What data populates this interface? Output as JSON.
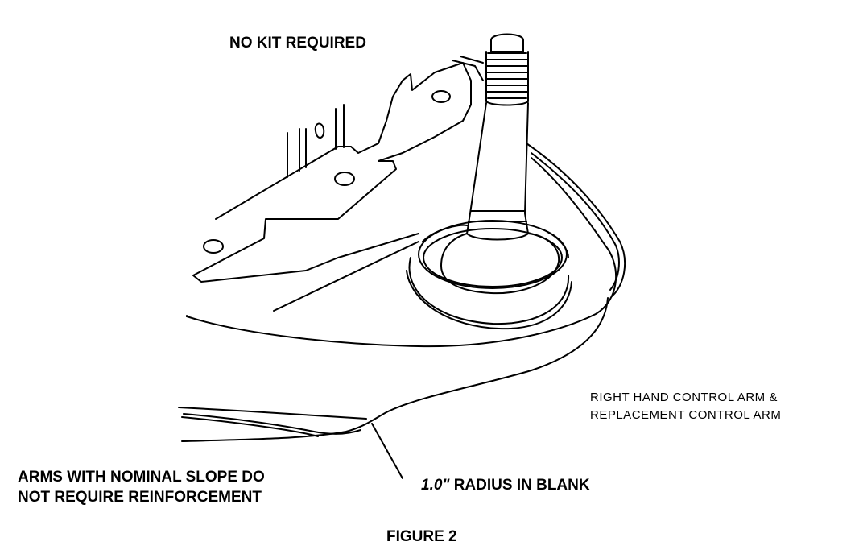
{
  "labels": {
    "no_kit": "NO KIT REQUIRED",
    "arms_line1": "ARMS WITH NOMINAL SLOPE DO",
    "arms_line2": "NOT REQUIRE REINFORCEMENT",
    "right_hand_line1": "RIGHT HAND CONTROL ARM &",
    "right_hand_line2": "REPLACEMENT CONTROL ARM",
    "radius_value": "1.0\"",
    "radius_text": " RADIUS IN BLANK",
    "figure": "FIGURE 2"
  },
  "colors": {
    "ink": "#000000",
    "paper": "#ffffff"
  }
}
